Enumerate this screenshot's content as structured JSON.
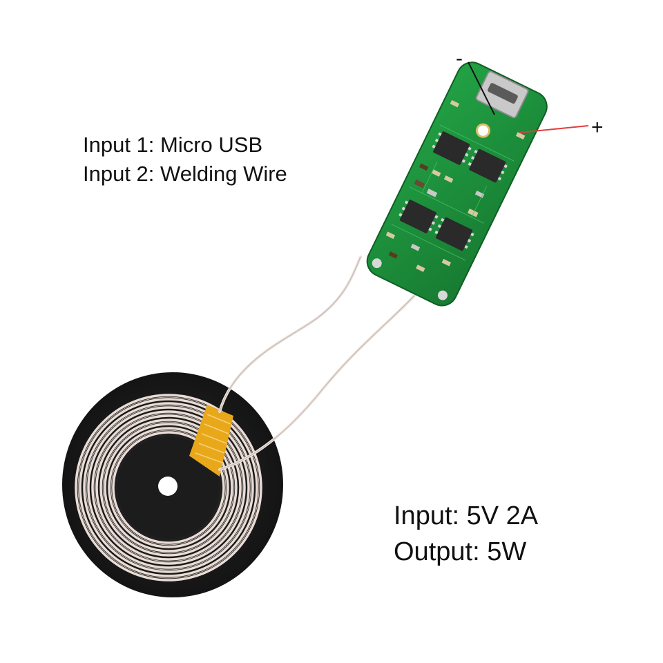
{
  "captions": {
    "input_1": "Input 1: Micro USB",
    "input_2": "Input 2: Welding Wire",
    "input_spec": "Input: 5V 2A",
    "output_spec": "Output: 5W"
  },
  "terminals": {
    "negative": "-",
    "positive": "+"
  },
  "colors": {
    "pcb": "#1e8f3c",
    "coil_wire": "#e8dcd6",
    "coil_backing": "#1a1a1a",
    "kapton_tape": "#e8a81a",
    "positive_lead": "#e23b3b",
    "negative_lead": "#111111"
  }
}
